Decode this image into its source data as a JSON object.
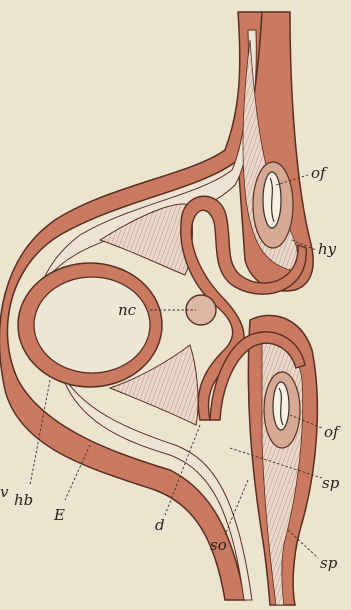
{
  "labels": {
    "of_upper": "of",
    "hy": "hy",
    "nc": "nc",
    "hb": "hb",
    "E": "E",
    "of_lower": "of",
    "sp_upper": "sp",
    "d": "d",
    "so": "so",
    "sp_lower": "sp",
    "v_margin": "v"
  },
  "colors": {
    "background": "#ece4cf",
    "tissue_outer": "#c97a60",
    "tissue_outline": "#5a2e22",
    "mesoderm_fill": "#e6cfc0",
    "hatch": "#a8857a"
  }
}
